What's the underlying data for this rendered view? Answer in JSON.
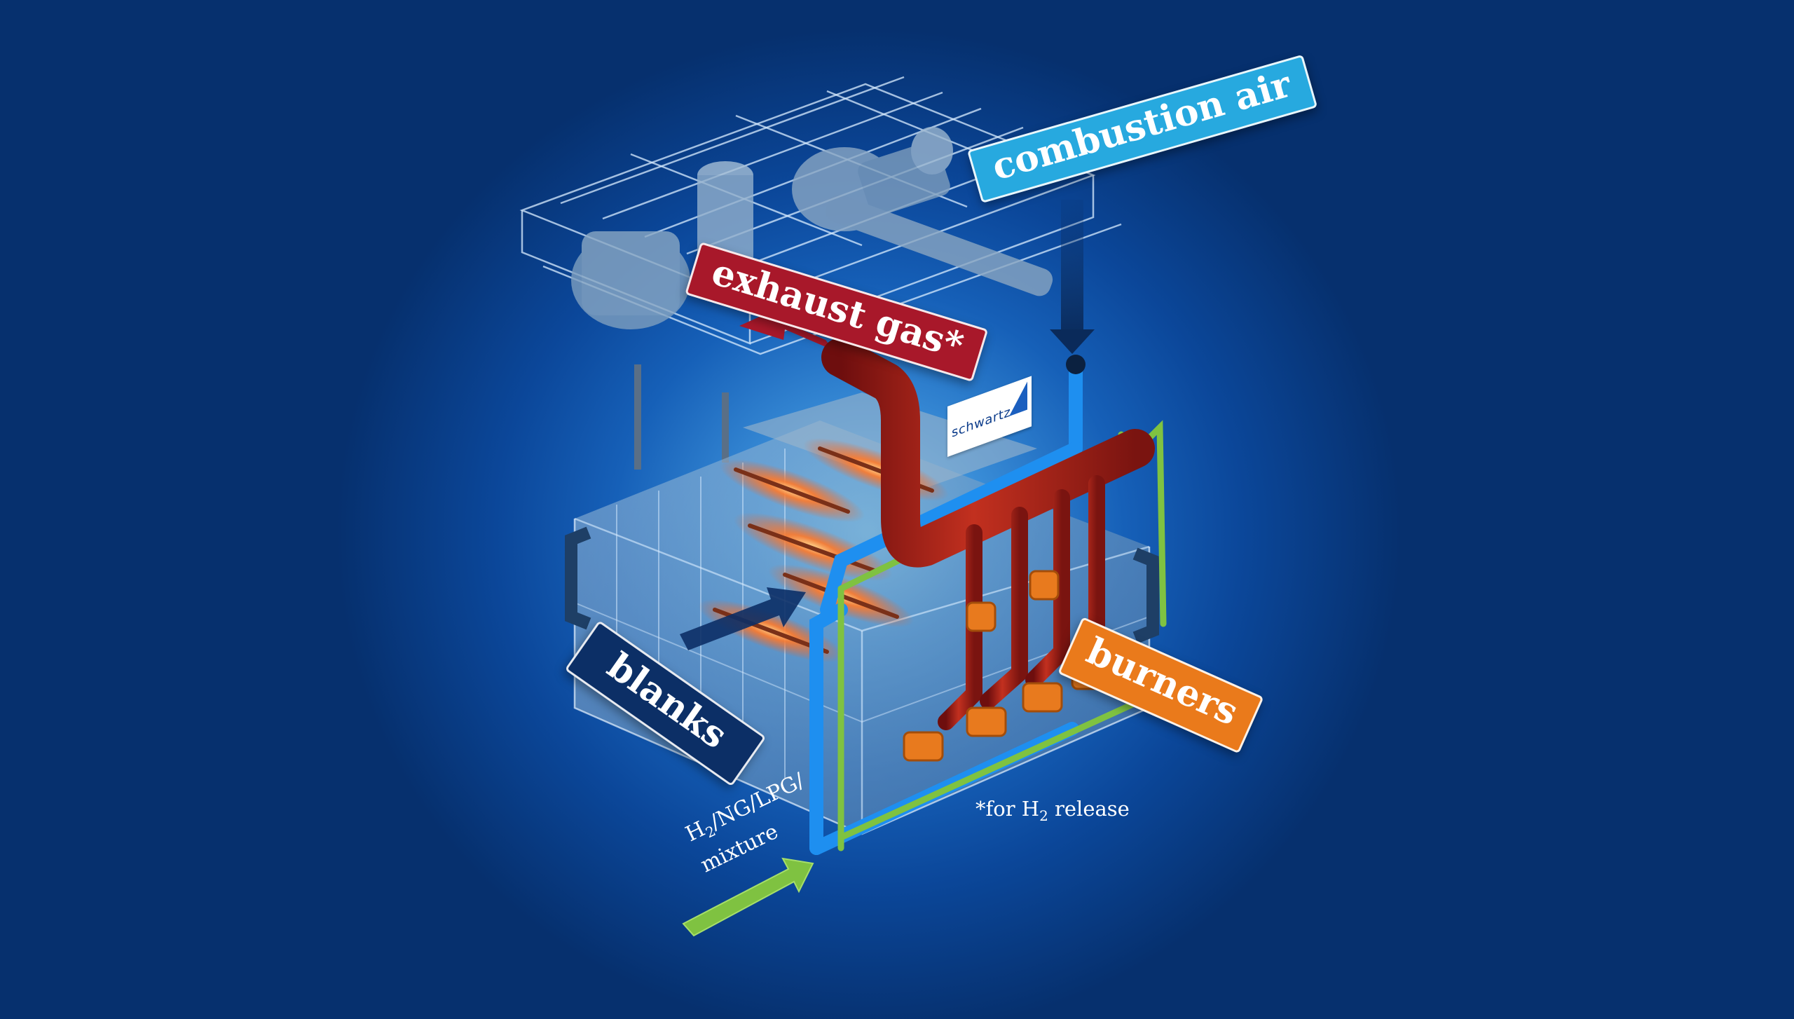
{
  "labels": {
    "exhaust_gas": "exhaust gas*",
    "combustion_air": "combustion air",
    "blanks": "blanks",
    "burners": "burners"
  },
  "note": {
    "prefix": "*for H",
    "subscript": "2",
    "suffix": " release"
  },
  "fuel": {
    "line1_prefix": "H",
    "line1_subscript": "2",
    "line1_suffix": "/NG/LPG/",
    "line2": "mixture"
  },
  "logo": {
    "name": "schwartz"
  },
  "colors": {
    "exhaust": "#a8182a",
    "combustion_air": "#27a9df",
    "blanks": "#0c2f66",
    "burners": "#ea7a1b",
    "gas_line": "#7fc241",
    "air_line": "#1e8ff0",
    "background": "#0b479a"
  },
  "icons": [
    "exhaust-arrow-icon",
    "combustion-air-arrow-icon",
    "blanks-arrow-icon",
    "fuel-arrow-icon"
  ]
}
